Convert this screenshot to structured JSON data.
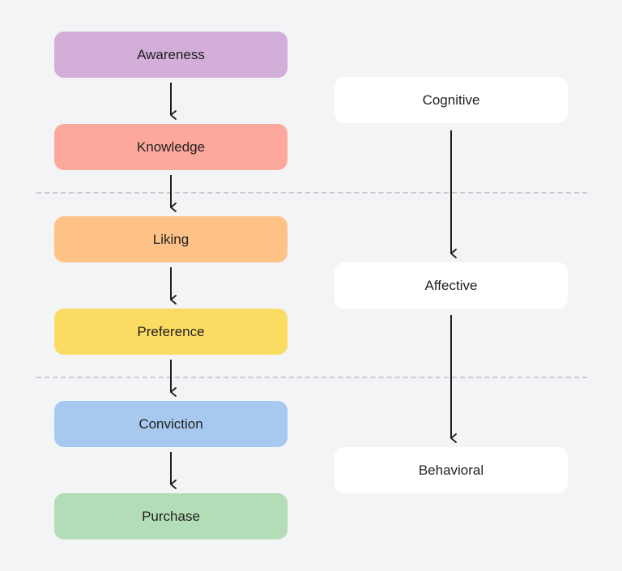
{
  "stages": [
    {
      "label": "Awareness",
      "color": "#d2aed9"
    },
    {
      "label": "Knowledge",
      "color": "#fda89c"
    },
    {
      "label": "Liking",
      "color": "#fec286"
    },
    {
      "label": "Preference",
      "color": "#fbdc62"
    },
    {
      "label": "Conviction",
      "color": "#a8c9ef"
    },
    {
      "label": "Purchase",
      "color": "#b3ddb6"
    }
  ],
  "phases": [
    {
      "label": "Cognitive"
    },
    {
      "label": "Affective"
    },
    {
      "label": "Behavioral"
    }
  ],
  "arrow_color": "#1f1f1f"
}
